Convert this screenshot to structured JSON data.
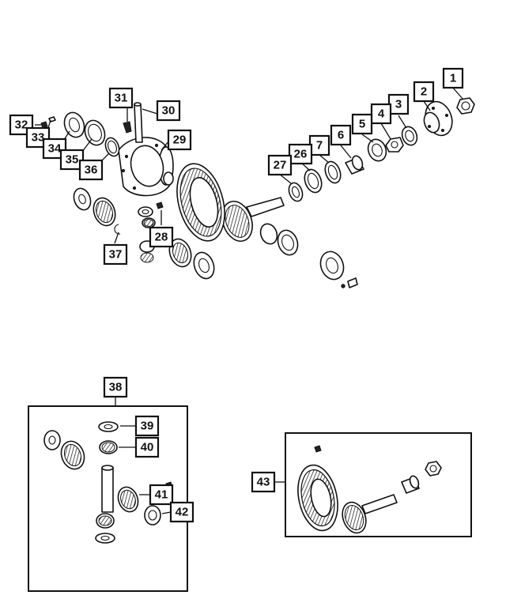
{
  "callouts": {
    "c1": "1",
    "c2": "2",
    "c3": "3",
    "c4": "4",
    "c5": "5",
    "c6": "6",
    "c7": "7",
    "c26": "26",
    "c27": "27",
    "c28": "28",
    "c29": "29",
    "c30": "30",
    "c31": "31",
    "c32": "32",
    "c33": "33",
    "c34": "34",
    "c35": "35",
    "c36": "36",
    "c37": "37",
    "c38": "38",
    "c39": "39",
    "c40": "40",
    "c41": "41",
    "c42": "42",
    "c43": "43"
  }
}
